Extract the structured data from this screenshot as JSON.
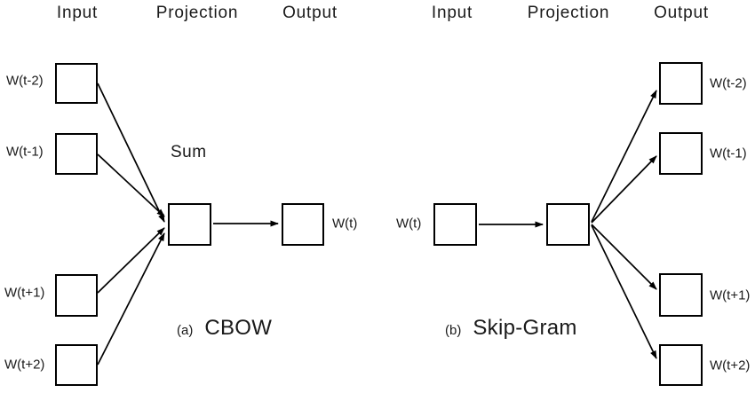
{
  "figure": {
    "background": "#ffffff",
    "line_color": "#000000",
    "text_color": "#1a1a1a"
  },
  "cbow": {
    "headers": {
      "input": "Input",
      "projection": "Projection",
      "output": "Output"
    },
    "sum_label": "Sum",
    "input_labels": [
      "W(t-2)",
      "W(t-1)",
      "W(t+1)",
      "W(t+2)"
    ],
    "output_label": "W(t)",
    "caption_index": "(a)",
    "caption_title": "CBOW"
  },
  "skipgram": {
    "headers": {
      "input": "Input",
      "projection": "Projection",
      "output": "Output"
    },
    "input_label": "W(t)",
    "output_labels": [
      "W(t-2)",
      "W(t-1)",
      "W(t+1)",
      "W(t+2)"
    ],
    "caption_index": "(b)",
    "caption_title": "Skip-Gram"
  }
}
